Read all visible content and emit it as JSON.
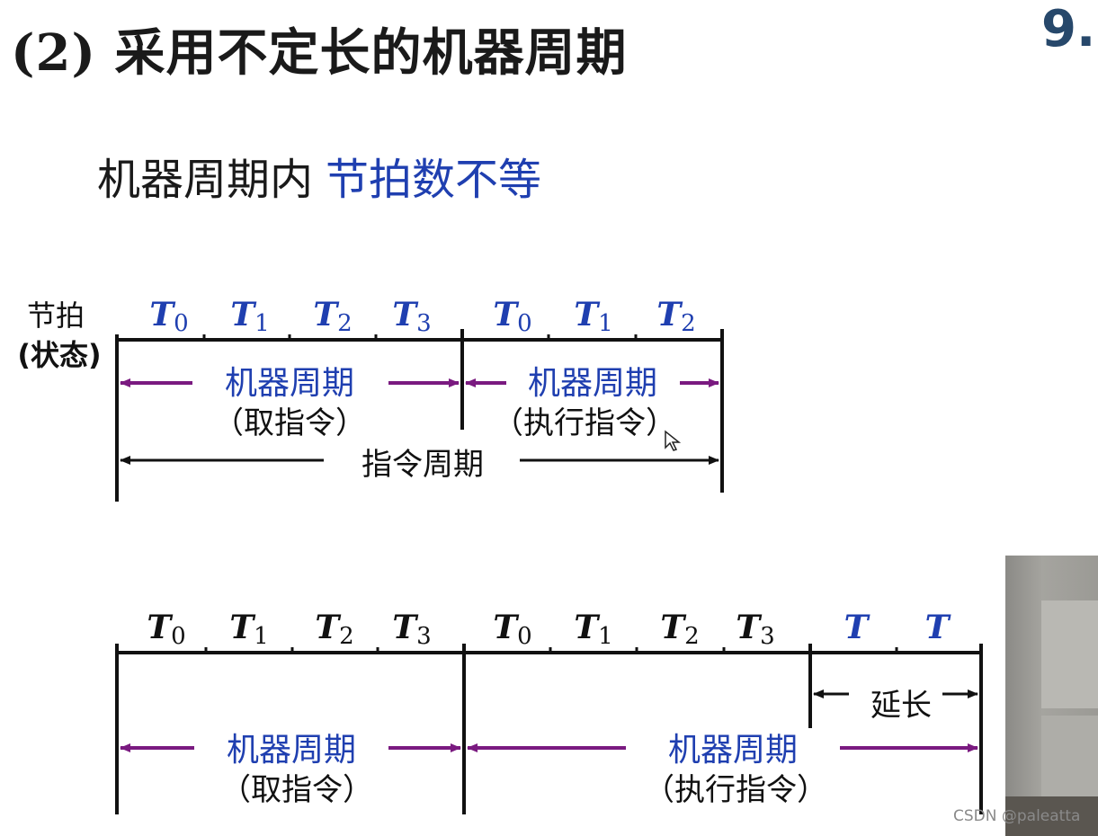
{
  "header": {
    "title": "(2) 采用不定长的机器周期",
    "corner_number": "9.",
    "subtitle_prefix": "机器周期内",
    "subtitle_highlight": "节拍数不等"
  },
  "watermark": "CSDN @paleatta",
  "colors": {
    "blue": "#1f3fb0",
    "purple": "#7a1a80",
    "black": "#111111"
  },
  "diagram1": {
    "side_label_line1": "节拍",
    "side_label_line2": "(状态)",
    "beats": [
      {
        "base": "T",
        "sub": "0"
      },
      {
        "base": "T",
        "sub": "1"
      },
      {
        "base": "T",
        "sub": "2"
      },
      {
        "base": "T",
        "sub": "3"
      },
      {
        "base": "T",
        "sub": "0"
      },
      {
        "base": "T",
        "sub": "1"
      },
      {
        "base": "T",
        "sub": "2"
      }
    ],
    "cycle1_label": "机器周期",
    "cycle1_sub": "（取指令）",
    "cycle2_label": "机器周期",
    "cycle2_sub": "（执行指令）",
    "instruction_label": "指令周期"
  },
  "diagram2": {
    "beats": [
      {
        "base": "T",
        "sub": "0"
      },
      {
        "base": "T",
        "sub": "1"
      },
      {
        "base": "T",
        "sub": "2"
      },
      {
        "base": "T",
        "sub": "3"
      },
      {
        "base": "T",
        "sub": "0"
      },
      {
        "base": "T",
        "sub": "1"
      },
      {
        "base": "T",
        "sub": "2"
      },
      {
        "base": "T",
        "sub": "3"
      },
      {
        "base": "T",
        "sub": ""
      },
      {
        "base": "T",
        "sub": ""
      }
    ],
    "extend_label": "延长",
    "cycle1_label": "机器周期",
    "cycle1_sub": "（取指令）",
    "cycle2_label": "机器周期",
    "cycle2_sub": "（执行指令）"
  }
}
